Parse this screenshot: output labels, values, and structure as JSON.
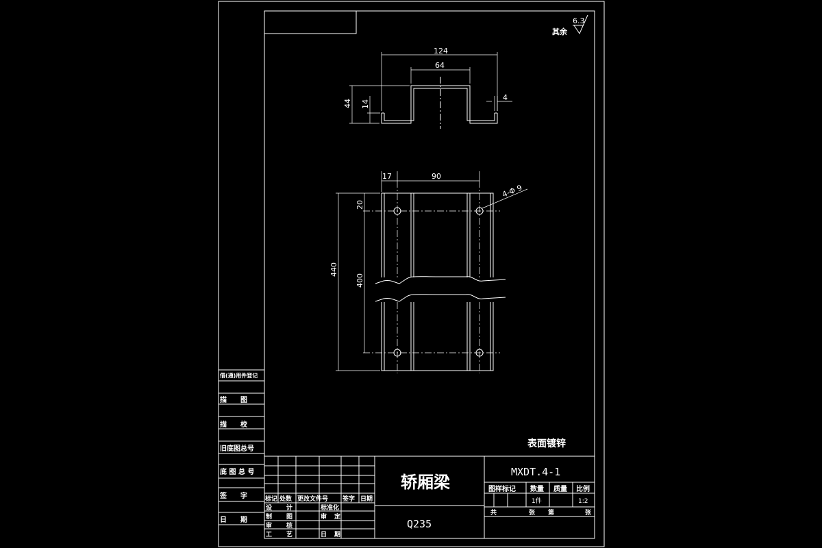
{
  "title_block": {
    "part_name": "轿厢梁",
    "material": "Q235",
    "drawing_no": "MXDT.4-1",
    "headers": [
      "图样标记",
      "数量",
      "质量",
      "比例"
    ],
    "quantity": "1件",
    "scale": "1:2",
    "sheet_row": [
      "共",
      "张",
      "第",
      "张"
    ],
    "revision_headers": [
      "标记",
      "处数",
      "更改文件号",
      "签字",
      "日期"
    ],
    "signoff_rows": [
      [
        "设",
        "计"
      ],
      [
        "制",
        "图"
      ],
      [
        "审",
        "核"
      ],
      [
        "工",
        "艺"
      ]
    ],
    "signoff_right": [
      [
        "标准化",
        ""
      ],
      [
        "审",
        "定"
      ],
      [
        "",
        ""
      ],
      [
        "日",
        "期"
      ]
    ]
  },
  "left_strip": {
    "rows": [
      "借(通)用件登记",
      "描　　图",
      "描　　校",
      "旧底图总号",
      "底 图 总 号",
      "签　　字",
      "日　　期"
    ]
  },
  "notes": {
    "surface_treatment": "表面镀锌",
    "roughness_rest": "其余",
    "roughness_value": "6.3"
  },
  "section_view": {
    "dim_overall_width": "124",
    "dim_inner_width": "64",
    "dim_height": "44",
    "dim_flange_height": "14",
    "dim_thickness": "4"
  },
  "plan_view": {
    "dim_edge_offset": "17",
    "dim_hole_spacing_x": "90",
    "dim_hole_spec": "4-Φ 9",
    "dim_top_offset": "20",
    "dim_total_length": "440",
    "dim_hole_spacing_y": "400"
  }
}
